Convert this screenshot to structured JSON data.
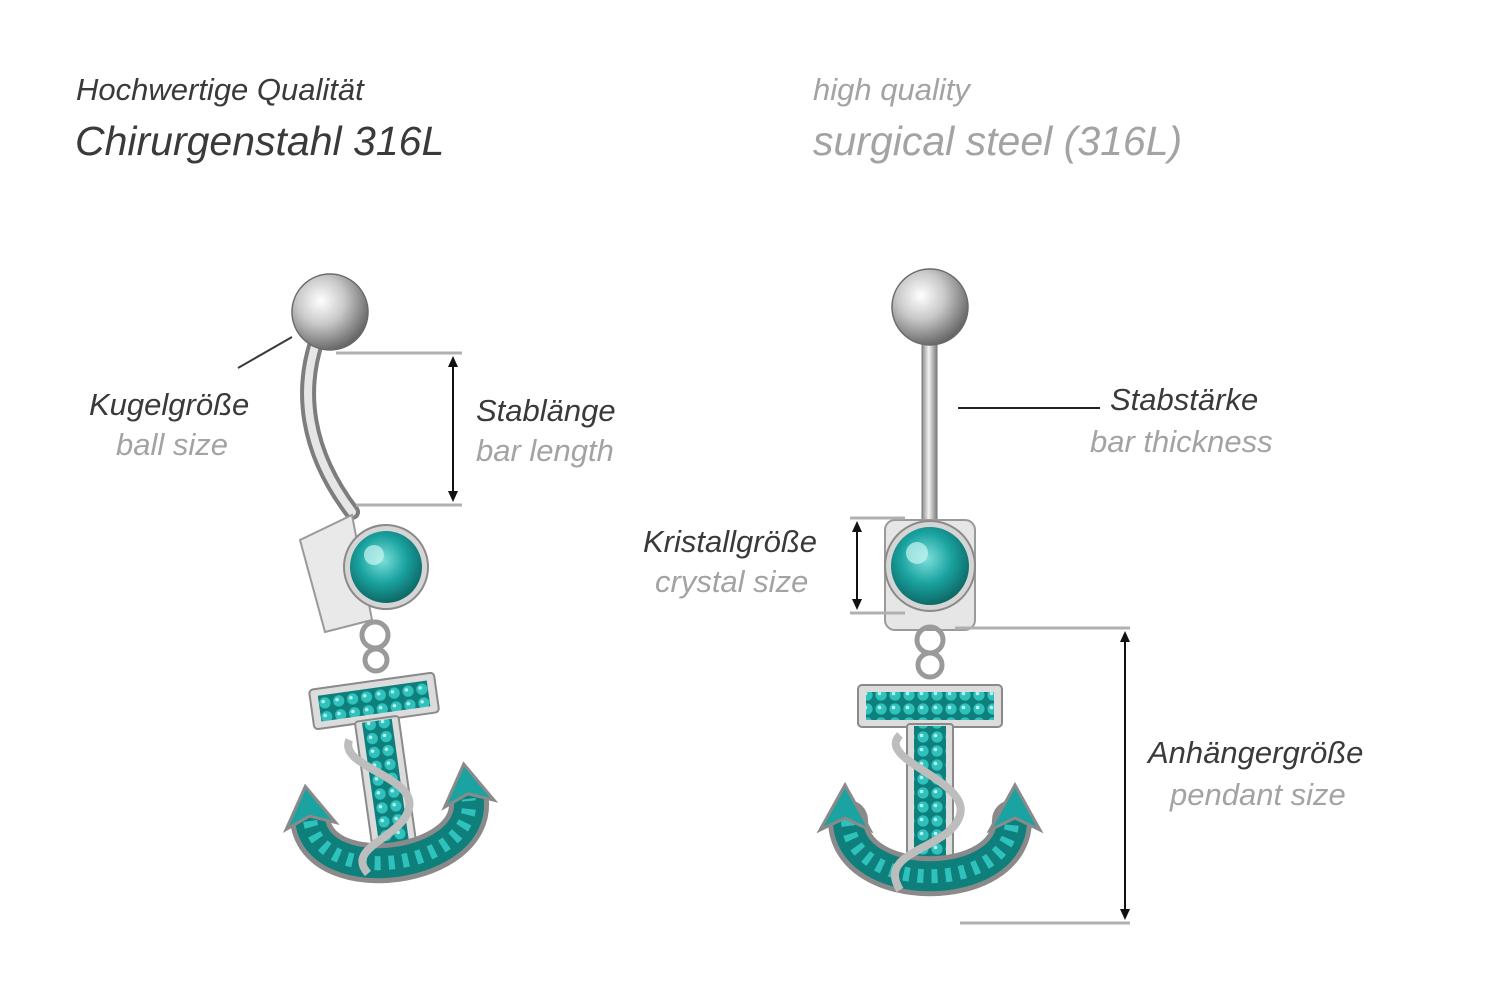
{
  "header": {
    "de_quality": "Hochwertige Qualität",
    "de_material": "Chirurgenstahl 316L",
    "en_quality": "high quality",
    "en_material": "surgical steel (316L)"
  },
  "labels": {
    "ball_size_de": "Kugelgröße",
    "ball_size_en": "ball size",
    "bar_length_de": "Stablänge",
    "bar_length_en": "bar length",
    "bar_thickness_de": "Stabstärke",
    "bar_thickness_en": "bar thickness",
    "crystal_size_de": "Kristallgröße",
    "crystal_size_en": "crystal size",
    "pendant_size_de": "Anhängergröße",
    "pendant_size_en": "pendant size"
  },
  "colors": {
    "heading_dark": "#3a3a3a",
    "heading_light": "#a3a3a3",
    "crystal": "#1aa3a0",
    "steel": "#c9c9c9"
  }
}
